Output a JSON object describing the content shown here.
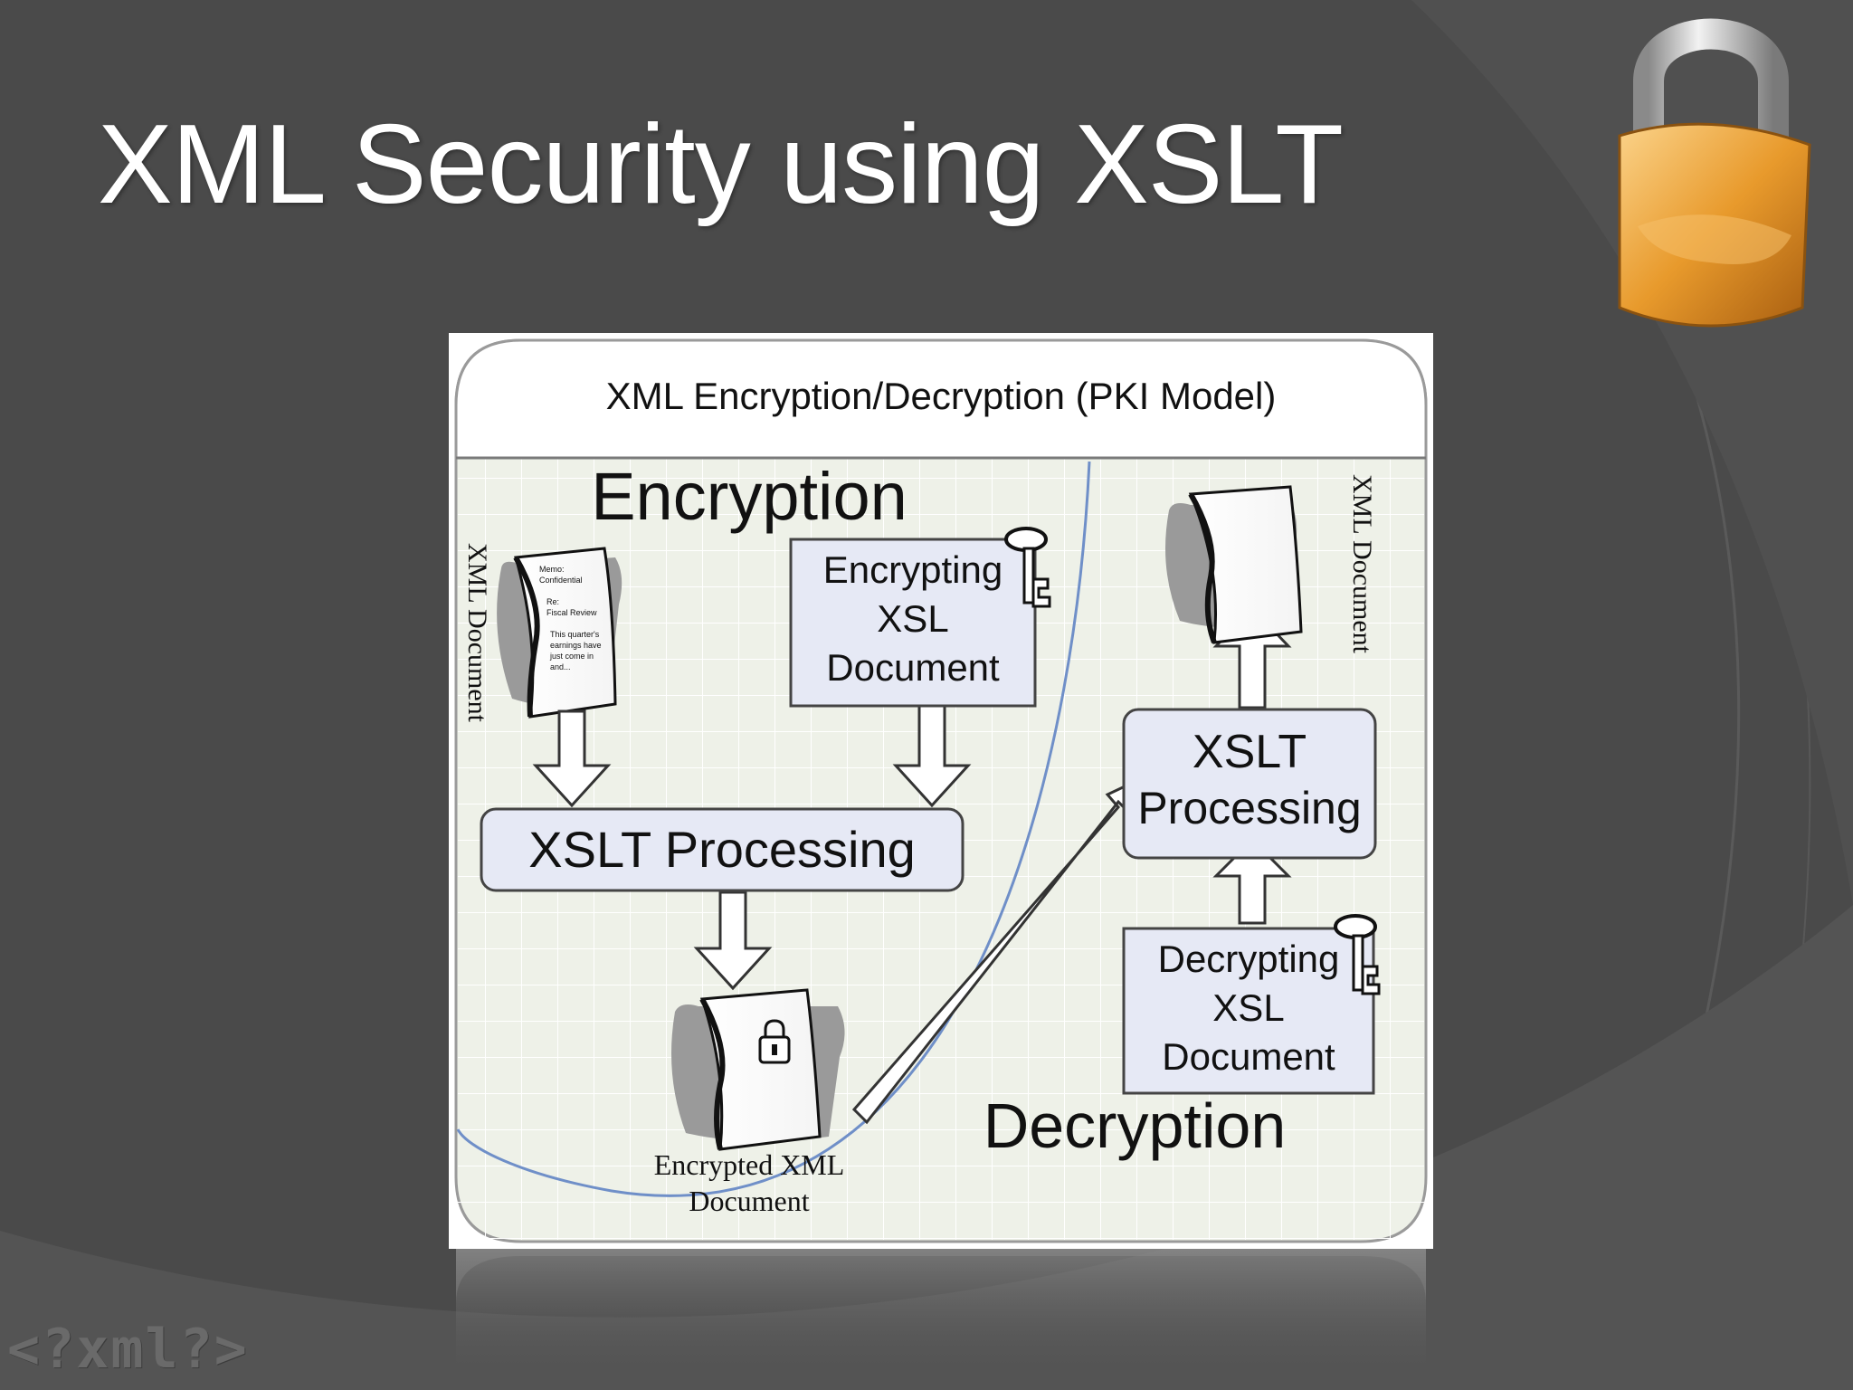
{
  "slide": {
    "title": "XML Security using XSLT",
    "logo_text": "<?xml?>",
    "padlock_icon": "padlock-icon"
  },
  "diagram": {
    "header": "XML Encryption/Decryption (PKI Model)",
    "encryption_label": "Encryption",
    "decryption_label": "Decryption",
    "xml_document_left": "XML Document",
    "xml_document_right": "XML Document",
    "encrypting_doc": [
      "Encrypting",
      "XSL",
      "Document"
    ],
    "decrypting_doc": [
      "Decrypting",
      "XSL",
      "Document"
    ],
    "xslt_processing_wide": "XSLT Processing",
    "xslt_processing_box": [
      "XSLT",
      "Processing"
    ],
    "encrypted_doc": [
      "Encrypted XML",
      "Document"
    ],
    "memo_lines": [
      "Memo:",
      "Confidential",
      "Re:",
      "Fiscal Review",
      "This quarter's",
      "earnings have",
      "just come in",
      "and..."
    ]
  },
  "colors": {
    "slide_bg": "#4a4a4a",
    "figure_bg": "#eef1e8",
    "box_fill": "#e6e9f5",
    "curve": "#6f8fc8",
    "padlock_gold": "#e9a23b"
  }
}
